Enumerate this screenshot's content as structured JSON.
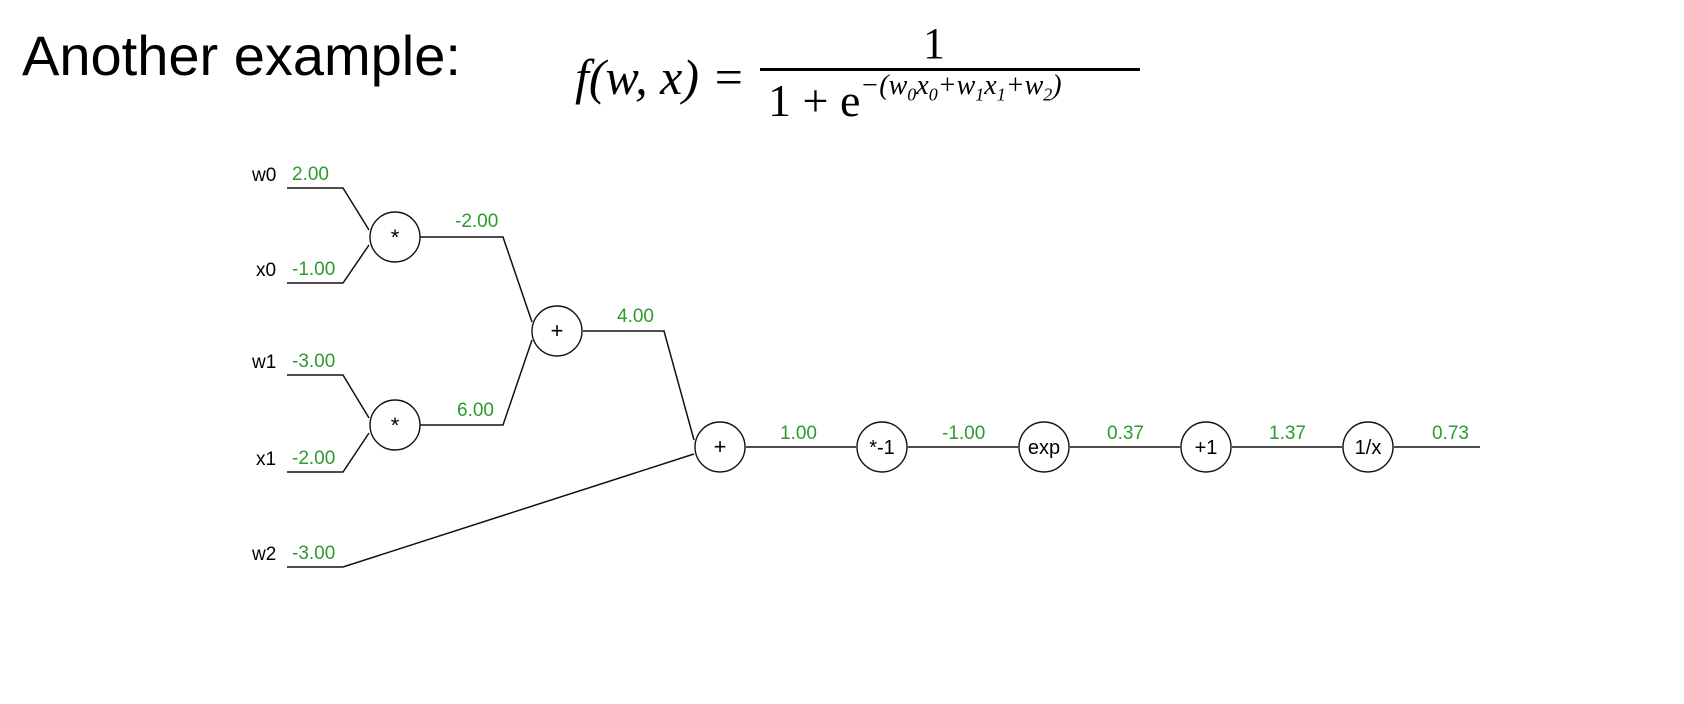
{
  "heading": "Another example:",
  "formula": {
    "lhs": "f(w, x) =",
    "numerator": "1",
    "denominator_base": "1 + e",
    "exponent_parts": [
      "−(w",
      "0",
      "x",
      "0",
      "+w",
      "1",
      "x",
      "1",
      "+w",
      "2",
      ")"
    ]
  },
  "inputs": [
    {
      "name": "w0",
      "value": "2.00"
    },
    {
      "name": "x0",
      "value": "-1.00"
    },
    {
      "name": "w1",
      "value": "-3.00"
    },
    {
      "name": "x1",
      "value": "-2.00"
    },
    {
      "name": "w2",
      "value": "-3.00"
    }
  ],
  "gates": [
    {
      "id": "mul0",
      "op": "*",
      "output": "-2.00"
    },
    {
      "id": "mul1",
      "op": "*",
      "output": "6.00"
    },
    {
      "id": "add0",
      "op": "+",
      "output": "4.00"
    },
    {
      "id": "add1",
      "op": "+",
      "output": "1.00"
    },
    {
      "id": "neg",
      "op": "*-1",
      "output": "-1.00"
    },
    {
      "id": "exp",
      "op": "exp",
      "output": "0.37"
    },
    {
      "id": "plus1",
      "op": "+1",
      "output": "1.37"
    },
    {
      "id": "recip",
      "op": "1/x",
      "output": "0.73"
    }
  ]
}
